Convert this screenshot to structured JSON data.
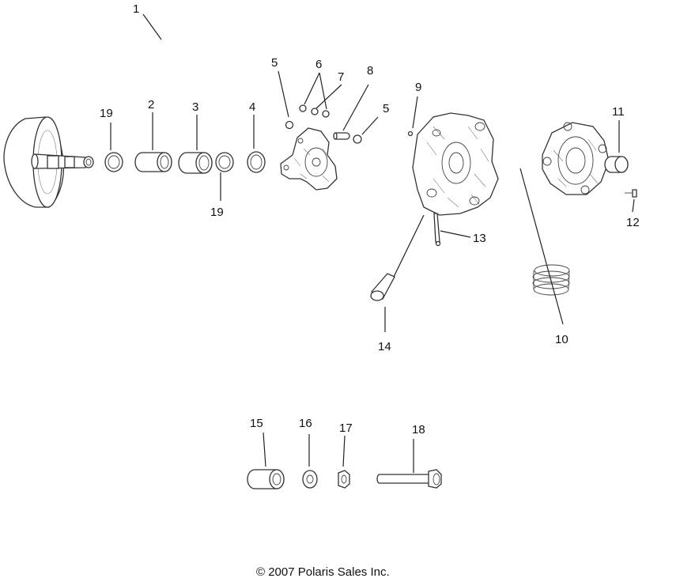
{
  "diagram": {
    "callouts": {
      "c1": "1",
      "c2": "2",
      "c3": "3",
      "c4": "4",
      "c5a": "5",
      "c5b": "5",
      "c6": "6",
      "c7": "7",
      "c8": "8",
      "c9": "9",
      "c10": "10",
      "c11": "11",
      "c12": "12",
      "c13": "13",
      "c14": "14",
      "c15": "15",
      "c16": "16",
      "c17": "17",
      "c18": "18",
      "c19a": "19",
      "c19b": "19"
    },
    "copyright": "© 2007 Polaris Sales Inc."
  }
}
